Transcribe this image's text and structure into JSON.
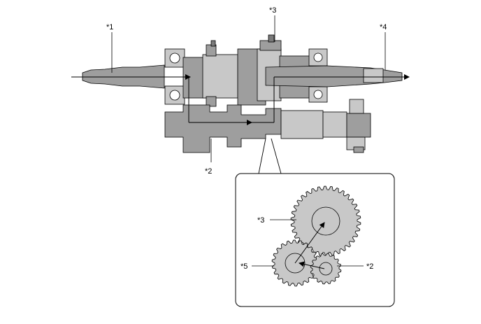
{
  "labels": {
    "input_shaft": "*1",
    "counter_gear": "*2",
    "reverse_gear": "*3",
    "output_shaft": "*4",
    "idler_gear": "*5"
  },
  "detail_labels": {
    "reverse_gear": "*3",
    "idler_gear": "*5",
    "counter_gear": "*2"
  },
  "colors": {
    "part_fill": "#9e9e9e",
    "part_dark": "#7a7a7a",
    "part_light": "#c8c8c8",
    "outline": "#000000",
    "background": "#ffffff"
  },
  "icons": {
    "power_flow_arrow": "arrow-icon",
    "gear": "gear-icon"
  }
}
